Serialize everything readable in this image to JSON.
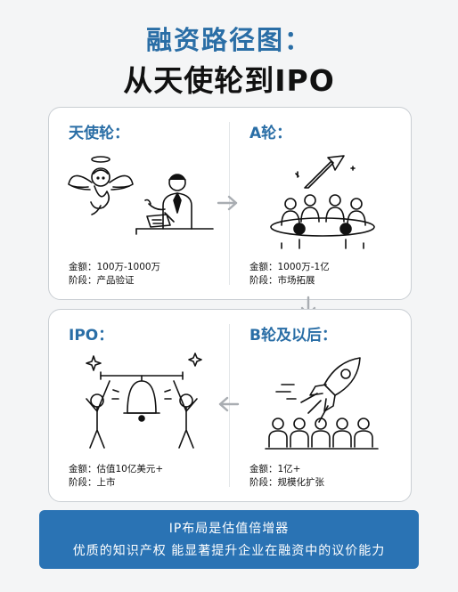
{
  "header": {
    "title_line1": "融资路径图：",
    "title_line2": "从天使轮到IPO"
  },
  "stages": {
    "angel": {
      "title": "天使轮：",
      "amount": "金额：100万-1000万",
      "phase": "阶段：产品验证"
    },
    "series_a": {
      "title": "A轮：",
      "amount": "金额：1000万-1亿",
      "phase": "阶段：市场拓展"
    },
    "ipo": {
      "title": "IPO：",
      "amount": "金额：估值10亿美元+",
      "phase": "阶段：上市"
    },
    "series_b": {
      "title": "B轮及以后：",
      "amount": "金额：1亿+",
      "phase": "阶段：规模化扩张"
    }
  },
  "banner": {
    "line1": "IP布局是估值倍增器",
    "line2": "优质的知识产权 能显著提升企业在融资中的议价能力"
  },
  "colors": {
    "accent": "#2a6ea6",
    "banner_bg": "#2a73b4",
    "arrow": "#a9adb2"
  },
  "icons": [
    "angel-and-investor-illustration",
    "team-meeting-growth-illustration",
    "bell-ringing-celebration-illustration",
    "rocket-team-illustration",
    "arrow-right-icon",
    "arrow-down-icon",
    "arrow-left-icon"
  ]
}
